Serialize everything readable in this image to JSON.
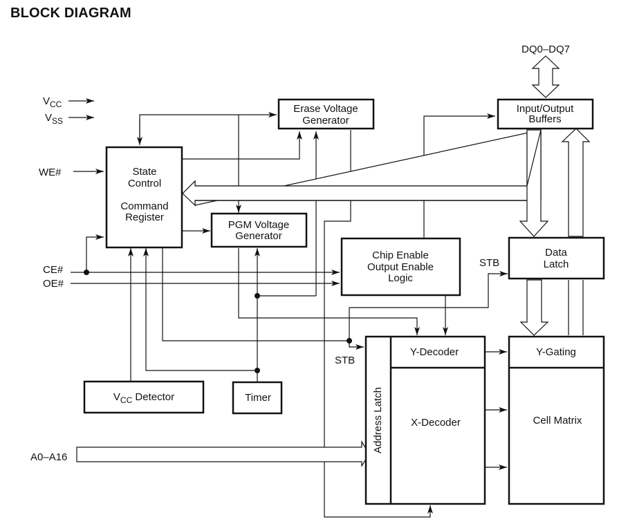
{
  "title": "BLOCK DIAGRAM",
  "signals": {
    "vcc": {
      "main": "V",
      "sub": "CC"
    },
    "vss": {
      "main": "V",
      "sub": "SS"
    },
    "we": "WE#",
    "ce": "CE#",
    "oe": "OE#",
    "address_bus": "A0–A16",
    "data_bus": "DQ0–DQ7",
    "stb_data_latch": "STB",
    "stb_address_latch": "STB"
  },
  "blocks": {
    "erase_voltage_generator": [
      "Erase Voltage",
      "Generator"
    ],
    "state_control": [
      "State",
      "Control"
    ],
    "command_register": [
      "Command",
      "Register"
    ],
    "pgm_voltage_generator": [
      "PGM Voltage",
      "Generator"
    ],
    "io_buffers": [
      "Input/Output",
      "Buffers"
    ],
    "data_latch": [
      "Data",
      "Latch"
    ],
    "chip_enable_logic": [
      "Chip Enable",
      "Output Enable",
      "Logic"
    ],
    "y_decoder": "Y-Decoder",
    "y_gating": "Y-Gating",
    "x_decoder": "X-Decoder",
    "cell_matrix": "Cell Matrix",
    "address_latch": "Address Latch",
    "vcc_detector": {
      "main": "V",
      "sub": "CC",
      "rest": " Detector"
    },
    "timer": "Timer"
  }
}
